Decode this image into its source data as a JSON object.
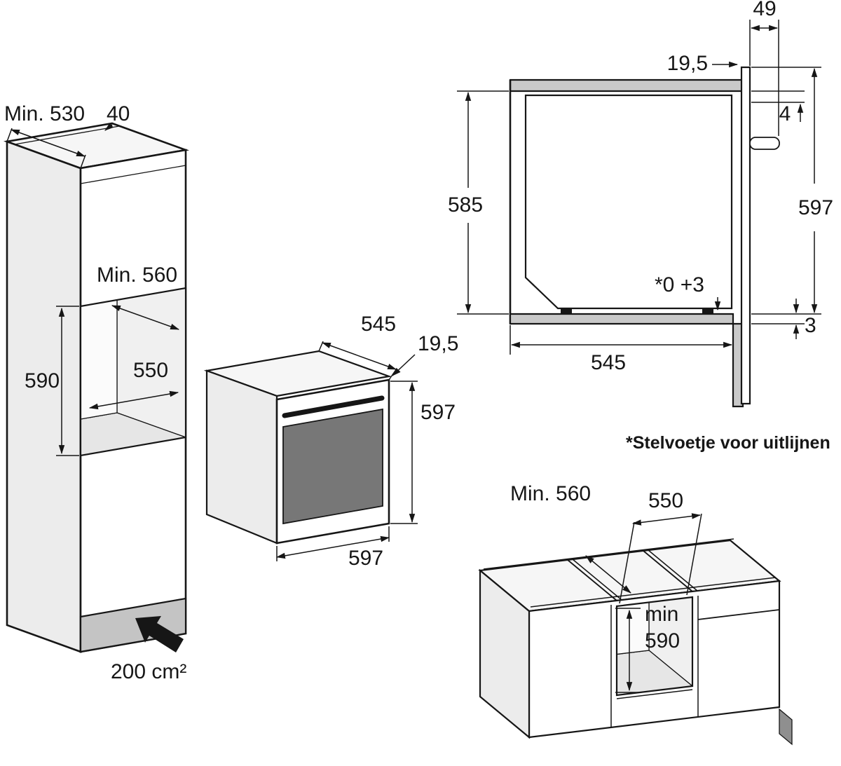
{
  "colors": {
    "line": "#161616",
    "panel_gray": "#c9c9c9",
    "door_glass": "#777777"
  },
  "tall_cabinet": {
    "dim_top_depth": "Min. 530",
    "dim_top_rear_gap": "40",
    "dim_niche_depth": "Min. 560",
    "dim_niche_width": "550",
    "dim_niche_height": "590",
    "label_vent_area": "200 cm²"
  },
  "oven": {
    "dim_depth": "545",
    "dim_front_protrusion": "19,5",
    "dim_height": "597",
    "dim_width": "597"
  },
  "niche_section": {
    "dim_handle_protrusion": "49",
    "dim_front_overlap": "19,5",
    "dim_top_clearance": "4",
    "dim_inner_height": "585",
    "dim_front_height": "597",
    "dim_foot_adjustment": "*0 +3",
    "dim_bottom_overlap": "3",
    "dim_inner_depth": "545",
    "footnote": "*Stelvoetje voor uitlijnen"
  },
  "base_cabinet": {
    "dim_niche_depth": "Min. 560",
    "dim_niche_width": "550",
    "dim_niche_height_word": "min",
    "dim_niche_height_value": "590"
  }
}
